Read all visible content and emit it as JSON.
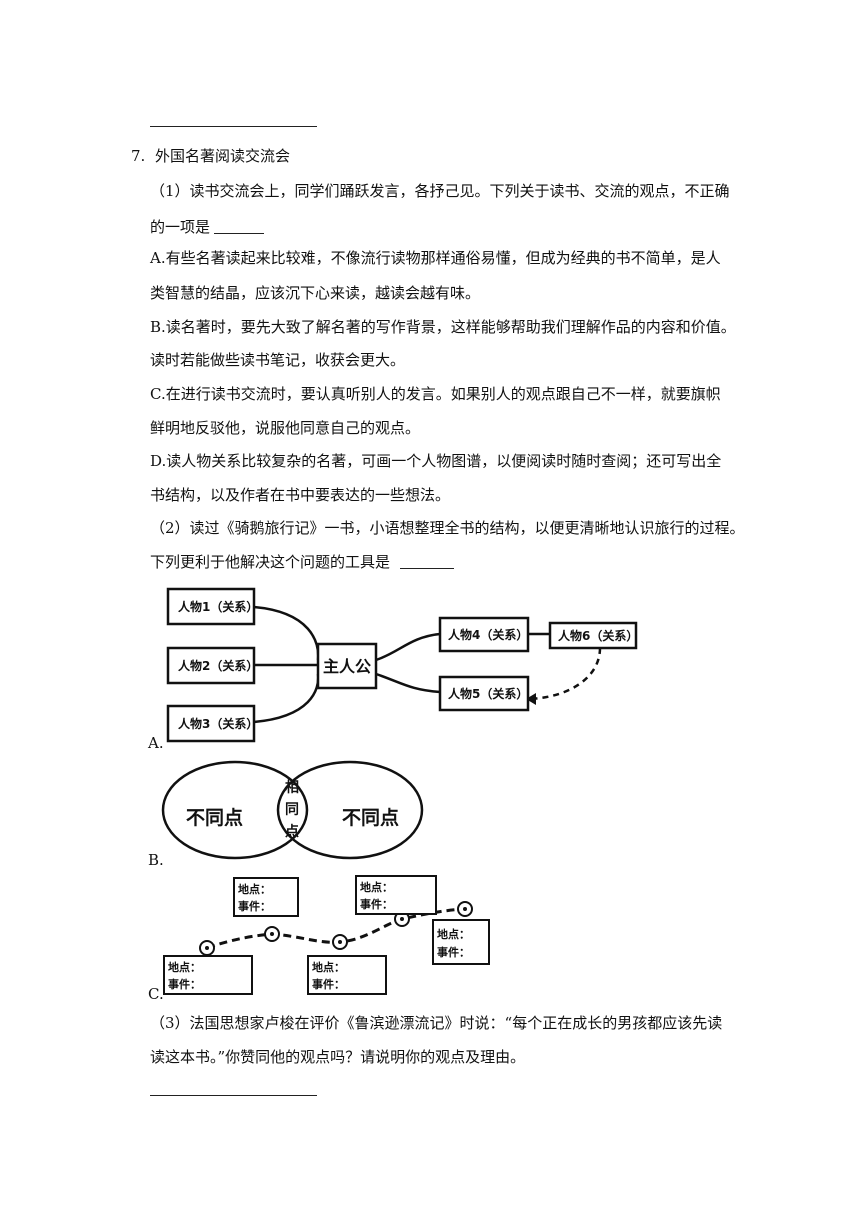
{
  "question": {
    "number": "7.",
    "title": "外国名著阅读交流会",
    "part1": {
      "line1": "（1）读书交流会上，同学们踊跃发言，各抒己见。下列关于读书、交流的观点，不正确",
      "line2": "的一项是",
      "options": [
        {
          "l1": "A.有些名著读起来比较难，不像流行读物那样通俗易懂，但成为经典的书不简单，是人",
          "l2": "类智慧的结晶，应该沉下心来读，越读会越有味。"
        },
        {
          "l1": "B.读名著时，要先大致了解名著的写作背景，这样能够帮助我们理解作品的内容和价值。",
          "l2": "读时若能做些读书笔记，收获会更大。"
        },
        {
          "l1": "C.在进行读书交流时，要认真听别人的发言。如果别人的观点跟自己不一样，就要旗帜",
          "l2": "鲜明地反驳他，说服他同意自己的观点。"
        },
        {
          "l1": "D.读人物关系比较复杂的名著，可画一个人物图谱，以便阅读时随时查阅；还可写出全",
          "l2": "书结构，以及作者在书中要表达的一些想法。"
        }
      ]
    },
    "part2": {
      "line1": "（2）读过《骑鹅旅行记》一书，小语想整理全书的结构，以便更清晰地认识旅行的过程。",
      "line2": "下列更利于他解决这个问题的工具是"
    },
    "diagramA": {
      "label": "A.",
      "center": "主人公",
      "nodes": [
        "人物1（关系）",
        "人物2（关系）",
        "人物3（关系）",
        "人物4（关系）",
        "人物5（关系）",
        "人物6（关系）"
      ]
    },
    "diagramB": {
      "label": "B.",
      "left": "不同点",
      "right": "不同点",
      "middle": [
        "相",
        "同",
        "点"
      ]
    },
    "diagramC": {
      "label": "C.",
      "place": "地点：",
      "event": "事件："
    },
    "part3": {
      "line1": "（3）法国思想家卢梭在评价《鲁滨逊漂流记》时说：“每个正在成长的男孩都应该先读",
      "line2": "读这本书。”你赞同他的观点吗？请说明你的观点及理由。"
    }
  }
}
